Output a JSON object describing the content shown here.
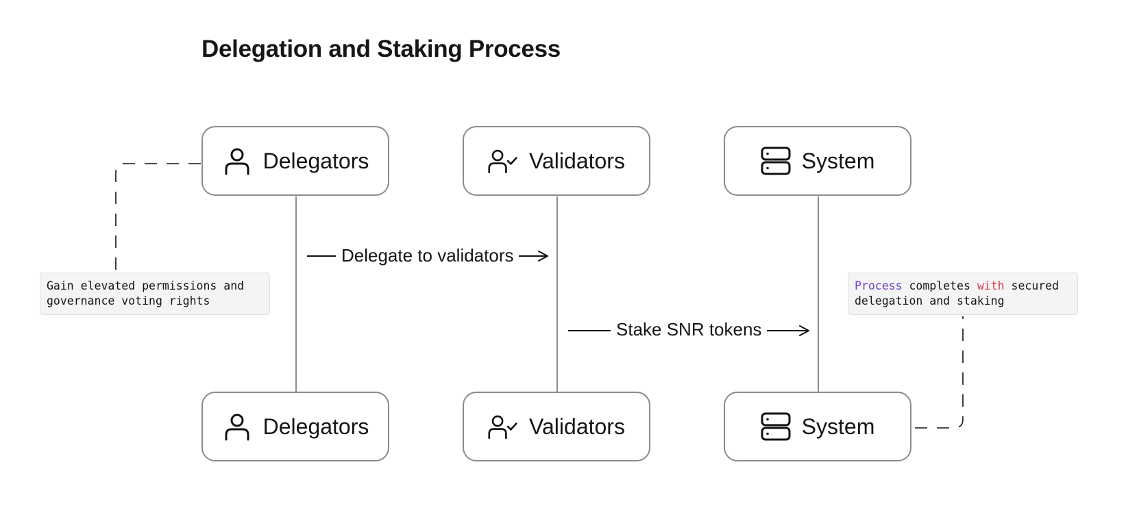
{
  "title": "Delegation and Staking Process",
  "participants": [
    {
      "name": "Delegators",
      "icon": "user-icon"
    },
    {
      "name": "Validators",
      "icon": "user-check-icon"
    },
    {
      "name": "System",
      "icon": "server-icon"
    }
  ],
  "messages": [
    {
      "from": "Delegators",
      "to": "Validators",
      "label": "Delegate to validators"
    },
    {
      "from": "Validators",
      "to": "System",
      "label": "Stake SNR tokens"
    }
  ],
  "notes": [
    {
      "attached_to": "Delegators",
      "line1": "Gain elevated permissions and",
      "line2": "governance voting rights"
    },
    {
      "attached_to": "System",
      "w1": "Process",
      "w2": " completes ",
      "w3": "with",
      "w4": " secured",
      "line2": "delegation and staking"
    }
  ],
  "colors": {
    "border": "#8b8b8b",
    "note_bg": "#f4f4f4",
    "keyword_purple": "#6f42c1",
    "keyword_red": "#d73a49"
  }
}
